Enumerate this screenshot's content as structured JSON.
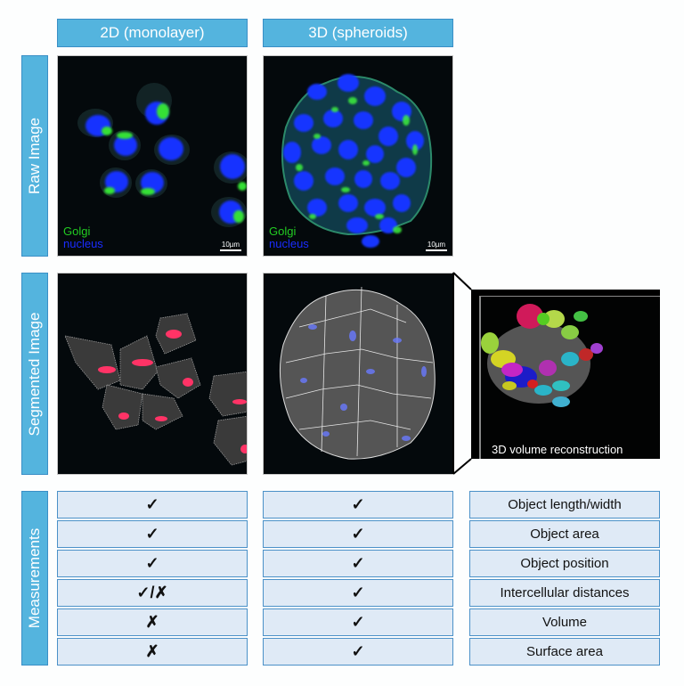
{
  "columns": [
    {
      "label": "2D (monolayer)"
    },
    {
      "label": "3D (spheroids)"
    }
  ],
  "rows": {
    "raw": "Raw Image",
    "segmented": "Segmented Image",
    "measurements": "Measurements"
  },
  "raw_legend": {
    "golgi": "Golgi",
    "nucleus": "nucleus",
    "scale_bar": "10µm",
    "golgi_color": "#22cc22",
    "nucleus_color": "#1a2cff"
  },
  "reconstruction": {
    "label": "3D volume reconstruction"
  },
  "measurements": [
    {
      "metric": "Object length/width",
      "2d": "✓",
      "3d": "✓"
    },
    {
      "metric": "Object area",
      "2d": "✓",
      "3d": "✓"
    },
    {
      "metric": "Object position",
      "2d": "✓",
      "3d": "✓"
    },
    {
      "metric": "Intercellular distances",
      "2d": "✓/✗",
      "3d": "✓"
    },
    {
      "metric": "Volume",
      "2d": "✗",
      "3d": "✓"
    },
    {
      "metric": "Surface area",
      "2d": "✗",
      "3d": "✓"
    }
  ],
  "colors": {
    "header_fill": "#54b4de",
    "header_border": "#3a8fc6",
    "row_fill": "#dfeaf6",
    "row_border": "#4b91c8"
  }
}
